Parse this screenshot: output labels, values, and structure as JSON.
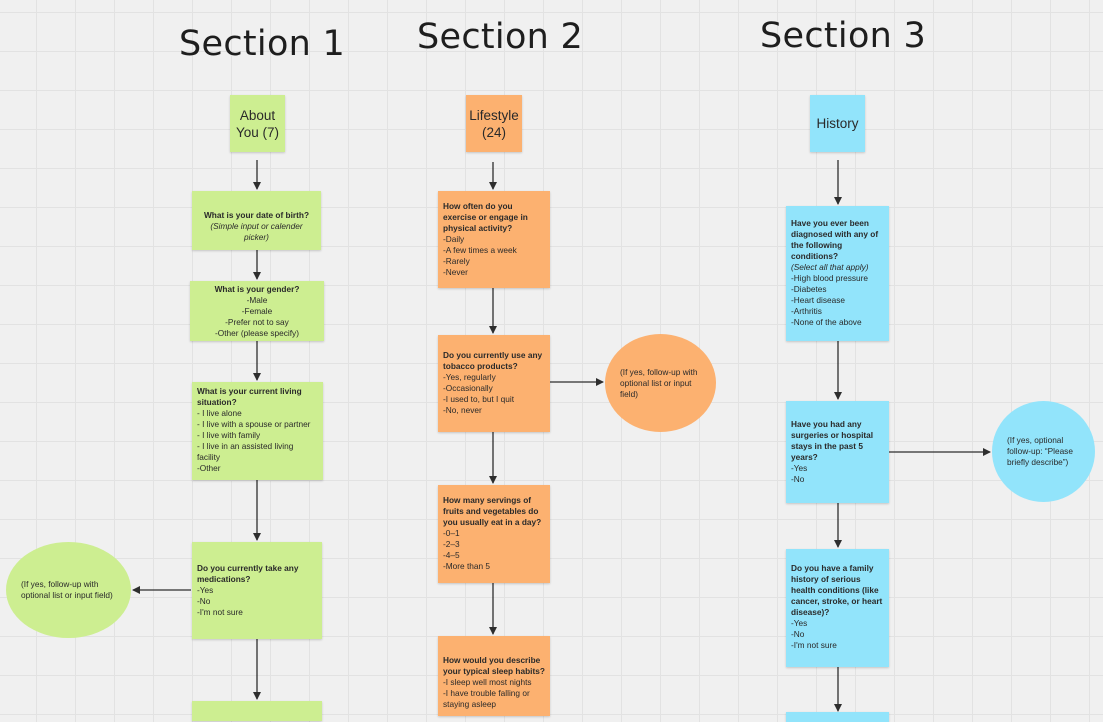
{
  "sections": [
    {
      "title": "Section 1"
    },
    {
      "title": "Section 2"
    },
    {
      "title": "Section 3"
    }
  ],
  "colors": {
    "green": "#cdee91",
    "orange": "#fcb170",
    "blue": "#92e4fb"
  },
  "about": {
    "header": "About\nYou (7)",
    "dob": {
      "question": "What is your date of birth?",
      "hint": "(Simple input or calender picker)"
    },
    "gender": {
      "question": "What is your gender?",
      "options": [
        "-Male",
        "-Female",
        "-Prefer not to say",
        "-Other (please specify)"
      ]
    },
    "living": {
      "question": "What is your current living situation?",
      "options": [
        "- I live alone",
        "- I live with a spouse or partner",
        "- I live with family",
        "- I live in an assisted living facility",
        "-Other"
      ]
    },
    "meds": {
      "question": "Do you currently take any medications?",
      "options": [
        "-Yes",
        "-No",
        "-I'm not sure"
      ]
    },
    "followup": "(If yes, follow-up with optional list or input field)"
  },
  "lifestyle": {
    "header": "Lifestyle\n(24)",
    "exercise": {
      "question": "How often do you exercise or engage in physical activity?",
      "options": [
        "-Daily",
        "-A few times a week",
        "-Rarely",
        "-Never"
      ]
    },
    "tobacco": {
      "question": "Do you currently use any tobacco products?",
      "options": [
        "-Yes, regularly",
        "-Occasionally",
        "-I used to, but I quit",
        "-No, never"
      ]
    },
    "followup": "(If yes, follow-up with optional list or input field)",
    "fruits": {
      "question": "How many servings of fruits and vegetables do you usually eat in a day?",
      "options": [
        "-0–1",
        "-2–3",
        "-4–5",
        "-More than 5"
      ]
    },
    "sleep": {
      "question": "How would you describe your typical sleep habits?",
      "options": [
        "-I sleep well most nights",
        "-I have trouble falling or staying asleep"
      ]
    }
  },
  "history": {
    "header": "History",
    "conditions": {
      "question": "Have you ever been diagnosed with any of the following conditions?",
      "hint": "(Select all that apply)",
      "options": [
        "-High blood pressure",
        "-Diabetes",
        "-Heart disease",
        "-Arthritis",
        "-None of the above"
      ]
    },
    "surgeries": {
      "question": "Have you had any surgeries or hospital stays in the past 5 years?",
      "options": [
        "-Yes",
        "-No"
      ]
    },
    "followup": "(If yes, optional follow-up: “Please briefly describe”)",
    "family": {
      "question": "Do you have a family history of serious health conditions (like cancer, stroke, or heart disease)?",
      "options": [
        "-Yes",
        "-No",
        "-I'm not sure"
      ]
    }
  }
}
